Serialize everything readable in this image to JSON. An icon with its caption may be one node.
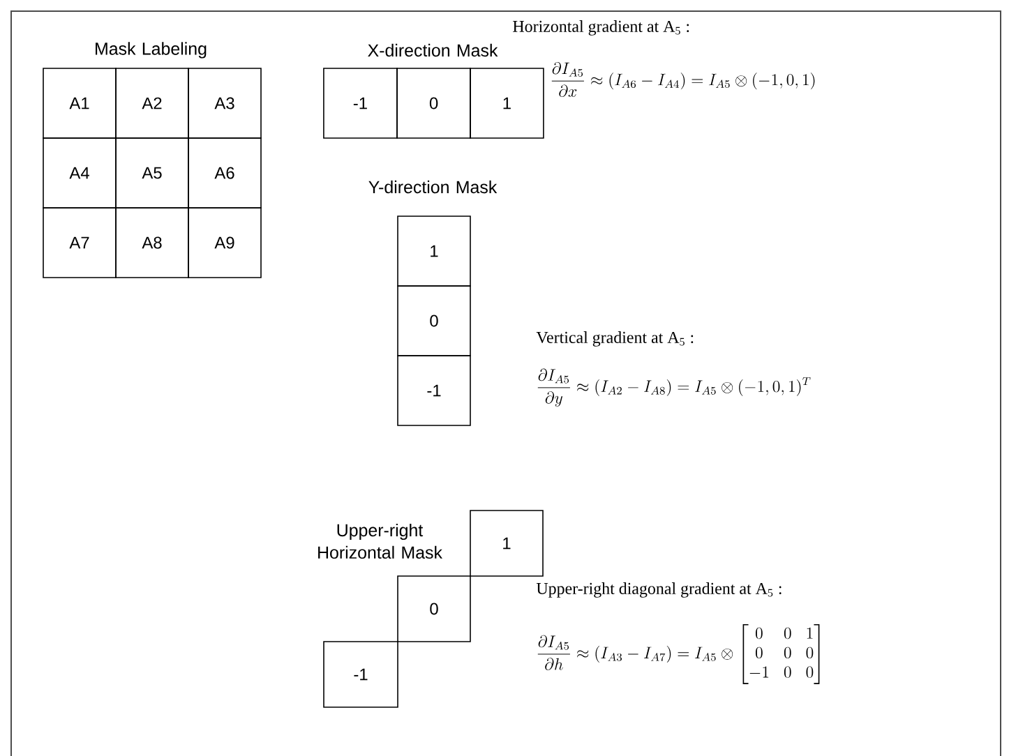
{
  "diagram": {
    "nodes": [
      {
        "text": [
          "A1"
        ]
      },
      {
        "text": [
          "A2"
        ]
      },
      {
        "text": [
          "A3"
        ]
      },
      {
        "text": [
          "A4"
        ]
      },
      {
        "text": [
          "A5"
        ]
      },
      {
        "text": [
          "A6"
        ]
      },
      {
        "text": [
          "A7"
        ]
      },
      {
        "text": [
          "A8"
        ]
      },
      {
        "text": [
          "A9"
        ]
      },
      {
        "text": [
          "-1"
        ]
      },
      {
        "text": [
          "0"
        ]
      },
      {
        "text": [
          "1"
        ]
      },
      {
        "text": [
          "1"
        ]
      },
      {
        "text": [
          "0"
        ]
      },
      {
        "text": [
          "-1"
        ]
      },
      {
        "text": [
          "1"
        ]
      },
      {
        "text": [
          "0"
        ]
      },
      {
        "text": [
          "-1"
        ]
      }
    ],
    "labels": [
      "Mask Labeling",
      "X-direction Mask",
      "Horizontal gradient at A$_{5}$ :",
      "\\frac{\\partial I_{A5}}{\\partial x} \\approx (I_{A6} - I_{A4}) = I_{A5} \\otimes (-1,0,1)",
      "Y-direction Mask",
      "Vertical gradient at A$_{5}$ :",
      "\\frac{\\partial I_{A5}}{\\partial y} \\approx (I_{A2} - I_{A8}) = I_{A5} \\otimes (-1,0,1)^{T}",
      "Upper-right Horizontal Mask",
      "Upper-right diagonal gradient at A$_{5}$ :",
      "\\frac{\\partial I_{A5}}{\\partial h} \\approx (I_{A3} - I_{A7}) = I_{A5} \\otimes \\begin{bmatrix} 0 & 0 & 1 \\\\ 0 & 0 & 0 \\\\ -1 & 0 & 0 \\end{bmatrix}"
    ]
  }
}
